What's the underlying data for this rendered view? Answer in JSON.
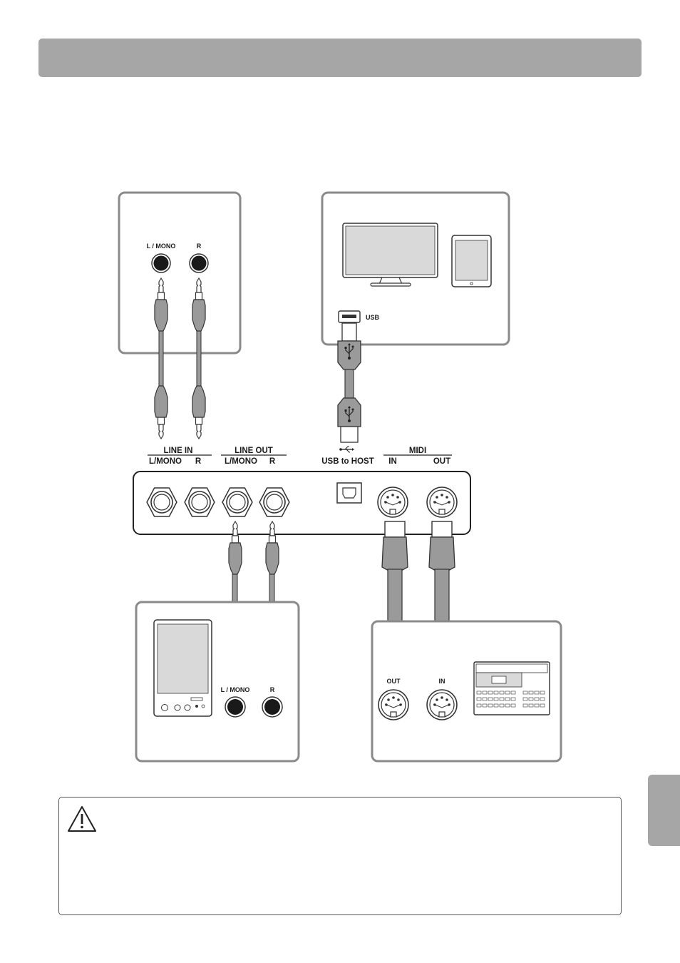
{
  "labels": {
    "audio_jack_l": "L / MONO",
    "audio_jack_r": "R",
    "usb_port": "USB",
    "line_in_header": "LINE IN",
    "line_in_lmono": "L/MONO",
    "line_in_r": "R",
    "line_out_header": "LINE OUT",
    "line_out_lmono": "L/MONO",
    "line_out_r": "R",
    "usb_to_host": "USB to HOST",
    "midi_header": "MIDI",
    "midi_in": "IN",
    "midi_out": "OUT",
    "recorder_jack_l": "L / MONO",
    "recorder_jack_r": "R",
    "midi_device_out": "OUT",
    "midi_device_in": "IN"
  },
  "icons": {
    "caution": "warning-triangle-icon",
    "usb_symbol": "usb-trident-icon",
    "computer": "monitor-icon",
    "tablet": "tablet-icon",
    "recorder": "audio-recorder-icon",
    "sequencer": "midi-device-icon"
  },
  "colors": {
    "header_bar": "#a6a6a6",
    "cable": "#9a9a9a",
    "screen": "#d9d9d9",
    "outline": "#333333"
  }
}
